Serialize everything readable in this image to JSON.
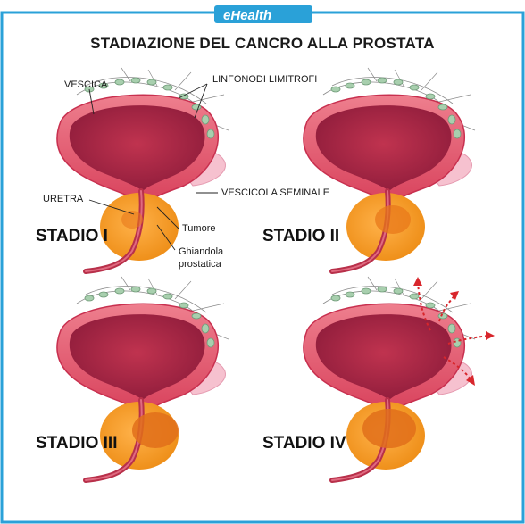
{
  "brand": {
    "prefix": "e",
    "name": "Health"
  },
  "title": "STADIAZIONE DEL CANCRO ALLA PROSTATA",
  "labels": {
    "vescica": "VESCICA",
    "linfonodi": "LINFONODI LIMITROFI",
    "uretra": "URETRA",
    "vescicola": "VESCICOLA SEMINALE",
    "tumore": "Tumore",
    "ghiandola_1": "Ghiandola",
    "ghiandola_2": "prostatica"
  },
  "stages": [
    "STADIO I",
    "STADIO II",
    "STADIO III",
    "STADIO IV"
  ],
  "colors": {
    "accent_blue": "#2aa1d8",
    "bladder_outer": "#e2526a",
    "bladder_inner": "#b3264a",
    "prostate": "#f39a1e",
    "node_green": "#a8cfae",
    "arrow_red": "#d8262c"
  }
}
